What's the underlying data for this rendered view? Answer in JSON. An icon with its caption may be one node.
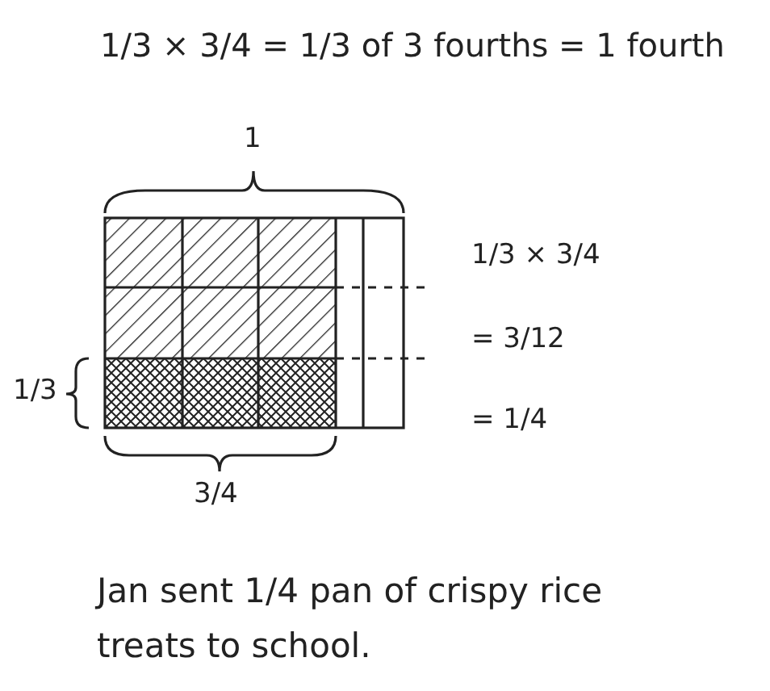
{
  "diagram": {
    "title": "1/3 × 3/4 = 1/3 of 3 fourths = 1 fourth",
    "caption": "Jan sent 1/4 pan of crispy rice treats to school.",
    "labels": [
      "1",
      "1/3 × 3/4",
      "= 3/12",
      "1/3",
      "= 1/4",
      "3/4"
    ]
  }
}
